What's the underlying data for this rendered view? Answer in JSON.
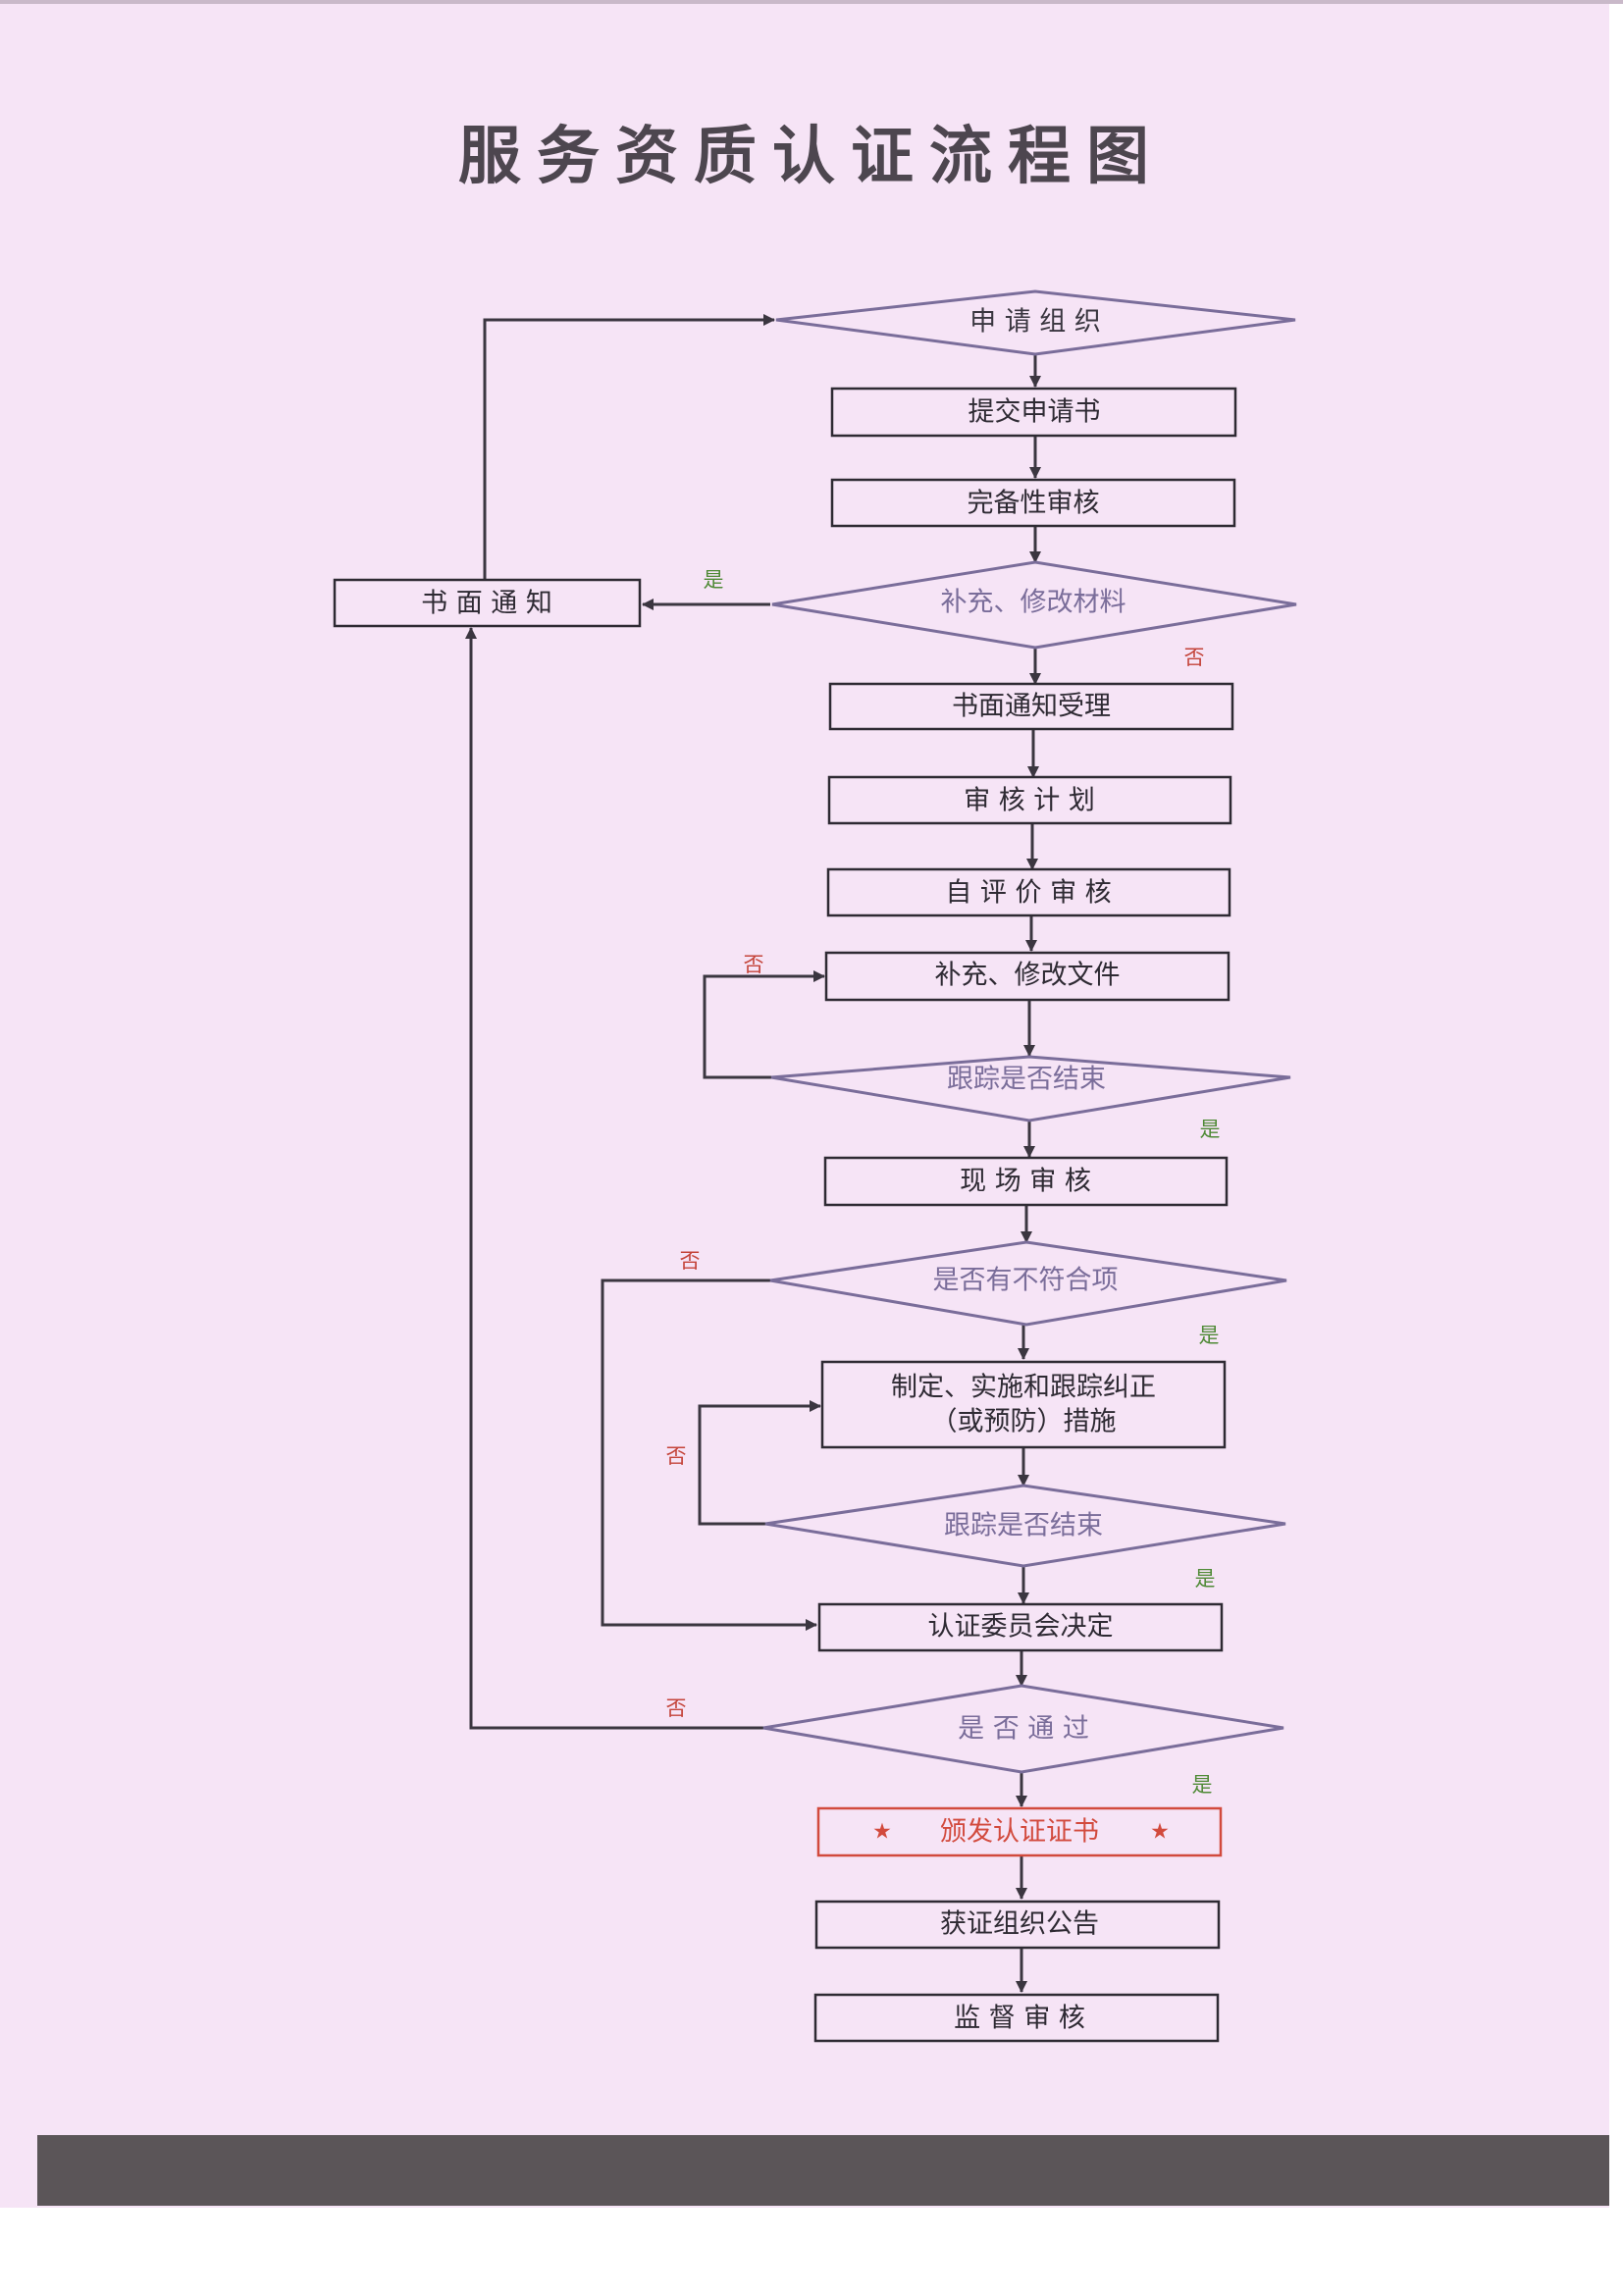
{
  "title": "服务资质认证流程图",
  "colors": {
    "background": "#f6e4f6",
    "title": "#4d464f",
    "box_stroke": "#2e2a33",
    "diamond_stroke": "#7a6d9a",
    "diamond_text": "#7a6d9a",
    "arrow": "#3b3640",
    "yes_label": "#4f8a36",
    "no_label": "#c4443a",
    "highlight": "#d24a3d",
    "footer_band": "#5b5558"
  },
  "nodes": {
    "apply_org": "申 请 组 织",
    "submit_application": "提交申请书",
    "completeness_review": "完备性审核",
    "supplement_materials": "补充、修改材料",
    "written_notice": "书 面 通 知",
    "written_acceptance": "书面通知受理",
    "audit_plan": "审 核 计 划",
    "self_assessment": "自 评 价 审 核",
    "supplement_files": "补充、修改文件",
    "track_end_1": "跟踪是否结束",
    "onsite_audit": "现 场 审 核",
    "nonconformity_check": "是否有不符合项",
    "corrective_action_line1": "制定、实施和跟踪纠正",
    "corrective_action_line2": "（或预防）措施",
    "track_end_2": "跟踪是否结束",
    "committee_decision": "认证委员会决定",
    "passed_check": "是 否 通 过",
    "issue_certificate": "颁发认证证书",
    "star_symbol": "★",
    "announcement": "获证组织公告",
    "surveillance_audit": "监 督 审 核"
  },
  "edge_labels": {
    "yes": "是",
    "no": "否"
  }
}
